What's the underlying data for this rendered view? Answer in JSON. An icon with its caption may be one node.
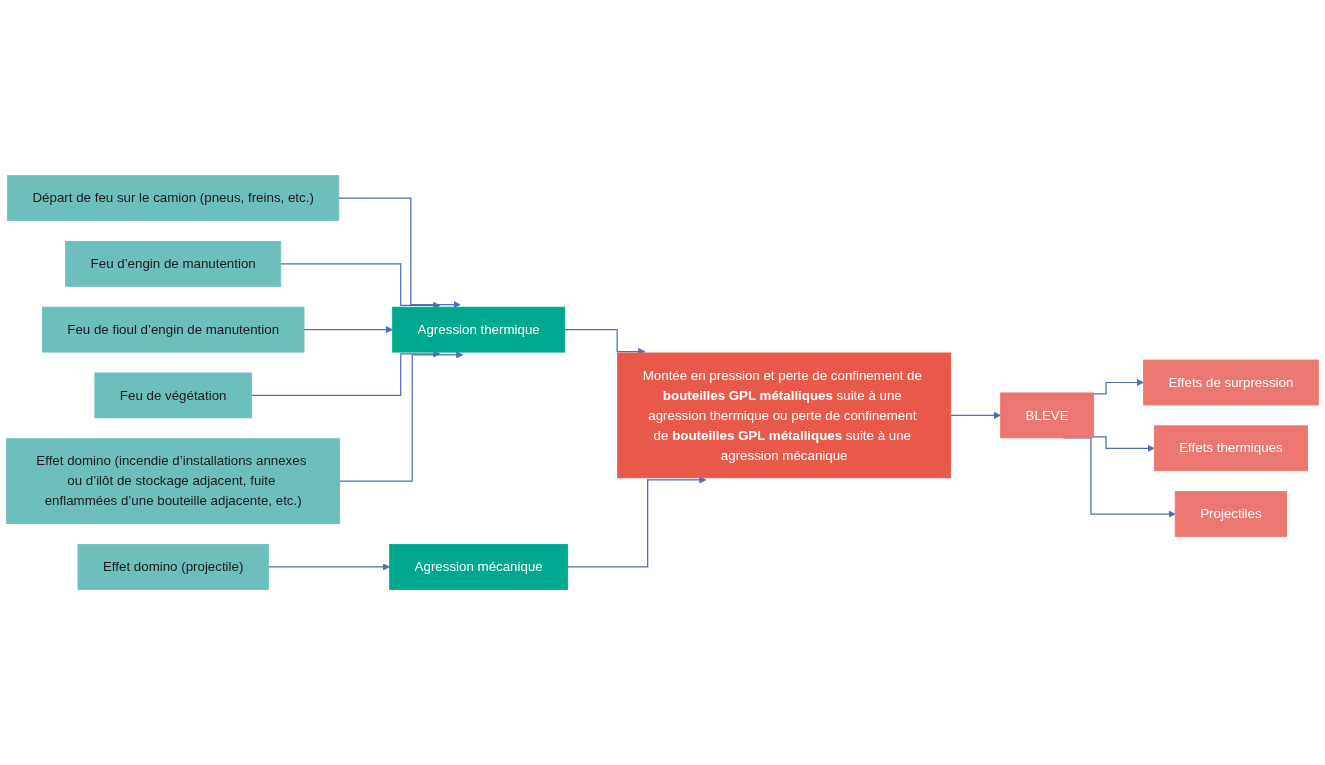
{
  "diagram": {
    "nodes": [
      {
        "text": [
          "Départ de feu sur le camion (pneus, freins, etc.)"
        ]
      },
      {
        "text": [
          "Feu d’engin de manutention"
        ]
      },
      {
        "text": [
          "Feu de fioul d’engin de manutention"
        ]
      },
      {
        "text": [
          "Feu de végétation"
        ]
      },
      {
        "text": [
          "Effet domino (incendie d’installations annexes ou d’ilôt de stockage adjacent, fuite enflammées d’une bouteille adjacente, etc.)"
        ]
      },
      {
        "text": [
          "Agression thermique"
        ]
      },
      {
        "text": [
          "Effet domino (projectile)"
        ]
      },
      {
        "text": [
          "Agression mécanique"
        ]
      },
      {
        "text": [
          "Montée en pression et perte de confinement de **bouteilles GPL métalliques** suite à une agression thermique ou perte de confinement de **bouteilles GPL métalliques** suite à une agression mécanique"
        ]
      },
      {
        "text": [
          "BLEVE"
        ]
      },
      {
        "text": [
          "Effets de surpression"
        ]
      },
      {
        "text": [
          "Effets thermiques"
        ]
      },
      {
        "text": [
          "Projectiles"
        ]
      }
    ],
    "edges": [
      {
        "from": 0,
        "to": 5,
        "arrow": "to"
      },
      {
        "from": 1,
        "to": 5,
        "arrow": "to"
      },
      {
        "from": 2,
        "to": 5,
        "arrow": "to"
      },
      {
        "from": 3,
        "to": 5,
        "arrow": "to"
      },
      {
        "from": 4,
        "to": 5,
        "arrow": "to"
      },
      {
        "from": 6,
        "to": 7,
        "arrow": "to"
      },
      {
        "from": 5,
        "to": 8,
        "arrow": "to"
      },
      {
        "from": 7,
        "to": 8,
        "arrow": "to"
      },
      {
        "from": 8,
        "to": 9,
        "arrow": "to"
      },
      {
        "from": 9,
        "to": 10,
        "arrow": "to"
      },
      {
        "from": 9,
        "to": 11,
        "arrow": "to"
      },
      {
        "from": 9,
        "to": 12,
        "arrow": "to"
      }
    ]
  }
}
